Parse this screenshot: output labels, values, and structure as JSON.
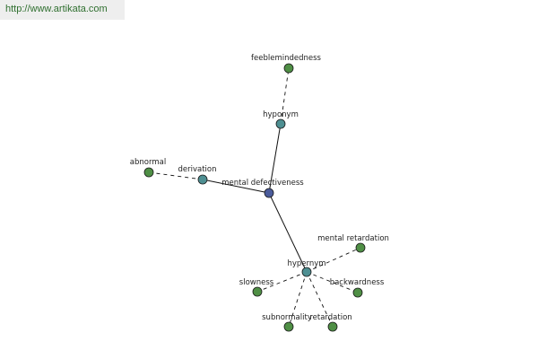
{
  "banner": {
    "url": "http://www.artikata.com"
  },
  "colors": {
    "root_node": "#4b5c9b",
    "relation_node": "#4e8f92",
    "leaf_node": "#4f8f45",
    "edge": "#111111"
  },
  "graph": {
    "nodes": [
      {
        "id": "root",
        "label": "mental defectiveness",
        "kind": "root"
      },
      {
        "id": "hyponym",
        "label": "hyponym",
        "kind": "relation"
      },
      {
        "id": "derivation",
        "label": "derivation",
        "kind": "relation"
      },
      {
        "id": "hypernym",
        "label": "hypernym",
        "kind": "relation"
      },
      {
        "id": "feeblemindedness",
        "label": "feeblemindedness",
        "kind": "leaf"
      },
      {
        "id": "abnormal",
        "label": "abnormal",
        "kind": "leaf"
      },
      {
        "id": "mental-retardation",
        "label": "mental retardation",
        "kind": "leaf"
      },
      {
        "id": "slowness",
        "label": "slowness",
        "kind": "leaf"
      },
      {
        "id": "backwardness",
        "label": "backwardness",
        "kind": "leaf"
      },
      {
        "id": "subnormality",
        "label": "subnormality",
        "kind": "leaf"
      },
      {
        "id": "retardation",
        "label": "retardation",
        "kind": "leaf"
      }
    ],
    "edges": [
      {
        "from": "root",
        "to": "hyponym",
        "style": "solid"
      },
      {
        "from": "root",
        "to": "derivation",
        "style": "solid"
      },
      {
        "from": "root",
        "to": "hypernym",
        "style": "solid"
      },
      {
        "from": "hyponym",
        "to": "feeblemindedness",
        "style": "dashed"
      },
      {
        "from": "derivation",
        "to": "abnormal",
        "style": "dashed"
      },
      {
        "from": "hypernym",
        "to": "mental-retardation",
        "style": "dashed"
      },
      {
        "from": "hypernym",
        "to": "slowness",
        "style": "dashed"
      },
      {
        "from": "hypernym",
        "to": "backwardness",
        "style": "dashed"
      },
      {
        "from": "hypernym",
        "to": "subnormality",
        "style": "dashed"
      },
      {
        "from": "hypernym",
        "to": "retardation",
        "style": "dashed"
      }
    ]
  }
}
